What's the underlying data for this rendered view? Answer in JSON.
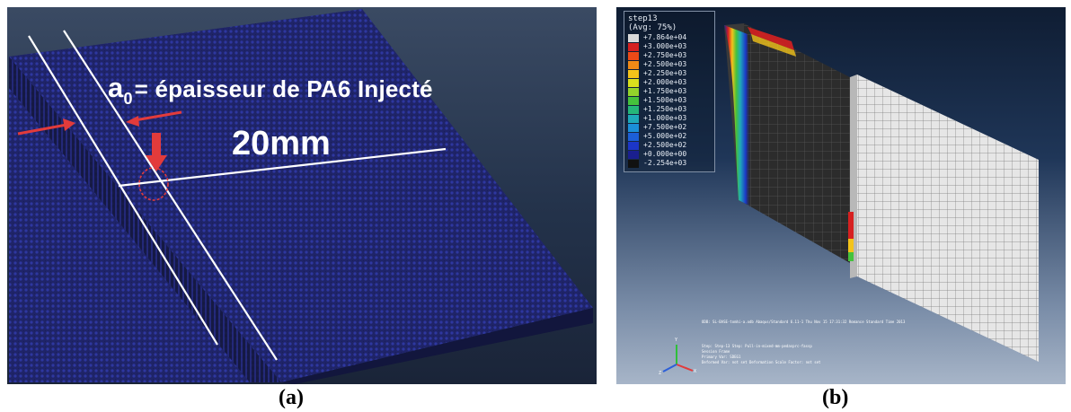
{
  "panel_a": {
    "caption": "(a)",
    "label_a": "a",
    "label_sub": "0",
    "label_rest": "= épaisseur de PA6 Injecté",
    "label_distance": "20mm",
    "colors": {
      "plate_top": "#20256a",
      "plate_side": "#171b4d",
      "marker": "#e23b3b",
      "guide": "#ffffff"
    }
  },
  "panel_b": {
    "caption": "(b)",
    "legend": {
      "title_line1": "step13",
      "title_line2": "(Avg: 75%)",
      "entries": [
        {
          "value": "+7.864e+04",
          "color": "#d9d9d9"
        },
        {
          "value": "+3.000e+03",
          "color": "#d62020"
        },
        {
          "value": "+2.750e+03",
          "color": "#ec4a17"
        },
        {
          "value": "+2.500e+03",
          "color": "#f08a16"
        },
        {
          "value": "+2.250e+03",
          "color": "#f3c31a"
        },
        {
          "value": "+2.000e+03",
          "color": "#d9e01d"
        },
        {
          "value": "+1.750e+03",
          "color": "#93d42b"
        },
        {
          "value": "+1.500e+03",
          "color": "#45c23c"
        },
        {
          "value": "+1.250e+03",
          "color": "#25b679"
        },
        {
          "value": "+1.000e+03",
          "color": "#1ea9b9"
        },
        {
          "value": "+7.500e+02",
          "color": "#1b8fd9"
        },
        {
          "value": "+5.000e+02",
          "color": "#1c5fd8"
        },
        {
          "value": "+2.500e+02",
          "color": "#1c36c8"
        },
        {
          "value": "+0.000e+00",
          "color": "#1a1f8f"
        },
        {
          "value": "-2.254e+03",
          "color": "#111111"
        }
      ]
    },
    "footer_line1": "ODB: SL-BASE-tomhi-a.odb    Abaqus/Standard 6.11-1    Thu Nov 15 17:31:32 Romance Standard Time 2013",
    "footer_line2": "Step: Step-13   Step: Pull-in-mixed-mm-pedasprc-fassp",
    "footer_line3": "Session Frame",
    "footer_line4": "Primary Var: SDEG1",
    "footer_line5": "Deformed Var: not set   Deformation Scale Factor: not set",
    "axis_labels": {
      "y": "Y",
      "z": "Z",
      "x": "X"
    }
  }
}
